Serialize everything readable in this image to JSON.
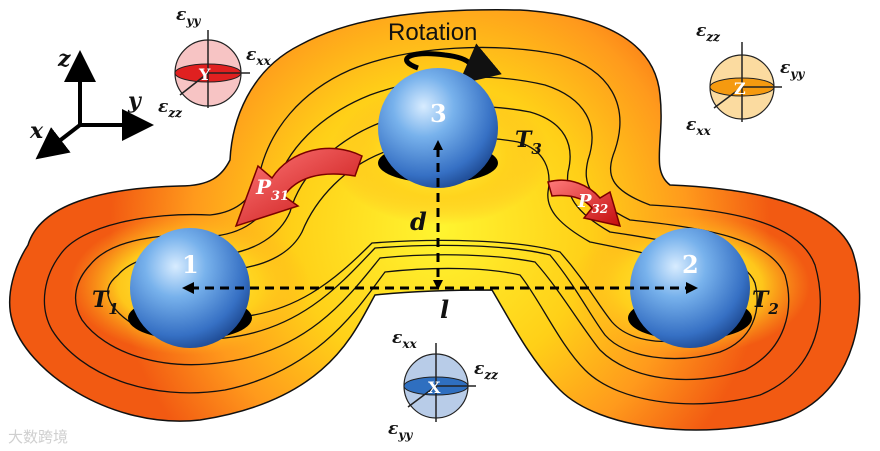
{
  "title": "Rotation",
  "axes": {
    "x": "x",
    "y": "y",
    "z": "z"
  },
  "particles": [
    {
      "id": "1",
      "temperature_label": "T",
      "temperature_sub": "1"
    },
    {
      "id": "2",
      "temperature_label": "T",
      "temperature_sub": "2"
    },
    {
      "id": "3",
      "temperature_label": "T",
      "temperature_sub": "3"
    }
  ],
  "heat_flows": [
    {
      "label": "P",
      "sub": "31"
    },
    {
      "label": "P",
      "sub": "32"
    }
  ],
  "distances": {
    "d": "d",
    "l": "l"
  },
  "strain_spheres": [
    {
      "axis": "Y",
      "labels": {
        "top": "yy",
        "right": "xx",
        "bottom": "zz"
      },
      "color": "#e02020"
    },
    {
      "axis": "Z",
      "labels": {
        "top": "zz",
        "right": "yy",
        "bottom": "xx"
      },
      "color": "#f59a10"
    },
    {
      "axis": "X",
      "labels": {
        "top": "xx",
        "right": "zz",
        "bottom": "yy"
      },
      "color": "#2f6fc0"
    }
  ],
  "epsilon_symbol": "ε",
  "watermark": "大数跨境",
  "colors": {
    "hot_core": "#fff200",
    "mid": "#ffab1e",
    "outer": "#f05a14",
    "sphere": "#3a80d0"
  }
}
